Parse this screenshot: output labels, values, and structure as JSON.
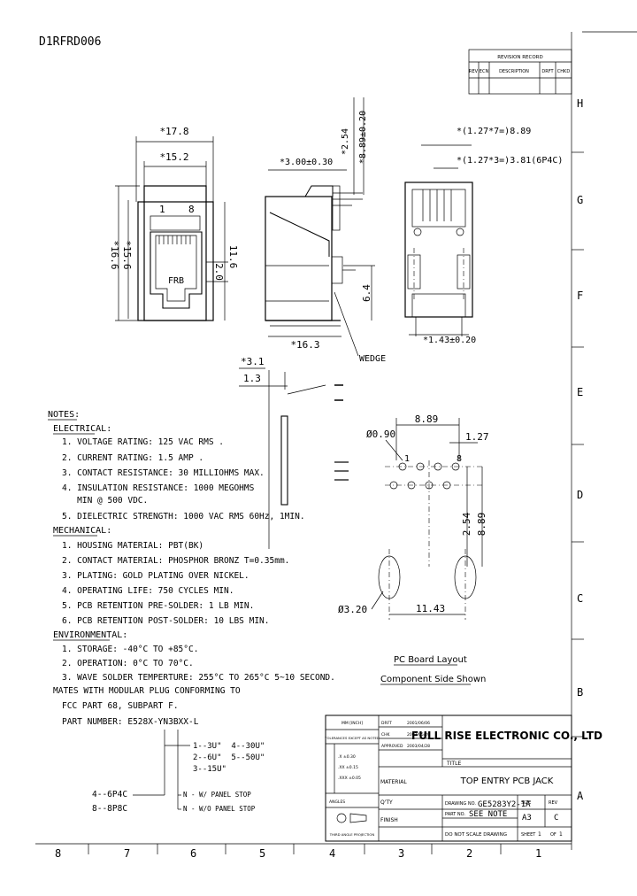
{
  "doc_id": "D1RFRD006",
  "revision_table": {
    "title": "REVISION RECORD",
    "headers": [
      "REV",
      "ECN",
      "DESCRIPTION",
      "DRFT",
      "CHKD"
    ]
  },
  "zone_letters": [
    "H",
    "G",
    "F",
    "E",
    "D",
    "C",
    "B",
    "A"
  ],
  "zone_numbers": [
    "8",
    "7",
    "6",
    "5",
    "4",
    "3",
    "2",
    "1"
  ],
  "front_view": {
    "dim_width_outer": "*17.8",
    "dim_width_inner": "*15.2",
    "dim_height_outer": "*16.6",
    "dim_height_inner": "*15.6",
    "dim_right_small": "2.0",
    "dim_right_large": "11.6",
    "pin_label_1": "1",
    "pin_label_8": "8",
    "logo": "FRB"
  },
  "side_view": {
    "dim_top": "*3.00±0.30",
    "dim_vertical_a": "*2.54",
    "dim_vertical_b": "*8.89±0.20",
    "dim_bottom": "*16.3",
    "dim_right": "6.4",
    "wedge_label": "WEDGE"
  },
  "rear_view": {
    "dim_top_a": "*(1.27*7=)8.89",
    "dim_top_b": "*(1.27*3=)3.81(6P4C)",
    "dim_bottom": "*1.43±0.20"
  },
  "profile_view": {
    "dim_a": "*3.1",
    "dim_b": "1.3"
  },
  "pcb_layout": {
    "dim_pitch_total": "8.89",
    "dim_pitch": "1.27",
    "dim_hole": "Ø0.90",
    "dim_row": "2.54",
    "dim_center": "8.89",
    "dim_post_hole": "Ø3.20",
    "dim_post_spacing": "11.43",
    "pin_1": "1",
    "pin_8": "8",
    "caption_1": "PC Board Layout",
    "caption_2": "Component Side Shown"
  },
  "notes": {
    "title": "NOTES:",
    "electrical_heading": "ELECTRICAL:",
    "electrical": [
      "1. VOLTAGE RATING: 125 VAC RMS .",
      "2. CURRENT RATING: 1.5 AMP .",
      "3. CONTACT RESISTANCE: 30 MILLIOHMS MAX.",
      "4. INSULATION RESISTANCE: 1000 MEGOHMS",
      "   MIN @ 500 VDC.",
      "5. DIELECTRIC STRENGTH: 1000 VAC RMS 60Hz, 1MIN."
    ],
    "mechanical_heading": "MECHANICAL:",
    "mechanical": [
      "1. HOUSING MATERIAL: PBT(BK)",
      "2. CONTACT MATERIAL: PHOSPHOR BRONZ T=0.35mm.",
      "3. PLATING: GOLD PLATING OVER NICKEL.",
      "4. OPERATING LIFE: 750 CYCLES MIN.",
      "5. PCB RETENTION PRE-SOLDER: 1 LB MIN.",
      "6. PCB RETENTION POST-SOLDER: 10 LBS MIN."
    ],
    "environmental_heading": "ENVIRONMENTAL:",
    "environmental": [
      "1. STORAGE: -40°C TO +85°C.",
      "2. OPERATION: 0°C TO 70°C.",
      "3. WAVE SOLDER TEMPERTURE: 255°C TO 265°C 5~10 SECOND."
    ],
    "mates_1": "MATES WITH MODULAR PLUG CONFORMING TO",
    "mates_2": "FCC PART 68, SUBPART F.",
    "part_number": "PART NUMBER: E528X-YN3BXX-L",
    "code_1": "1--3U\"  4--30U\"",
    "code_2": "2--6U\"  5--50U\"",
    "code_3": "3--15U\"",
    "variant_1": "4--6P4C",
    "variant_2": "8--8P8C",
    "option_1": "N - W/ PANEL STOP",
    "option_2": "N - W/O PANEL STOP"
  },
  "title_block": {
    "company": "FULL RISE ELECTRONIC CO., LTD",
    "title_label": "TITLE",
    "title": "TOP ENTRY PCB JACK",
    "drawing_no_label": "DRAWING NO.",
    "drawing_no": "GE5283Y2-1A",
    "part_no_label": "PART NO.",
    "part_no": "SEE NOTE",
    "size_label": "SIZE",
    "size": "A3",
    "rev_label": "REV",
    "rev": "C",
    "material_label": "MATERIAL",
    "qty_label": "Q'TY",
    "finish_label": "FINISH",
    "scale_note": "DO NOT SCALE DRAWING",
    "sheet_label": "SHEET",
    "sheet": "1",
    "of_label": "OF",
    "of": "1",
    "mm_label": "MM [INCH]",
    "tolerances_label": "TOLERANCES EXCEPT AS NOTED",
    "tol_rows": [
      ".X  ±0.30",
      ".XX ±0.15",
      ".XXX ±0.05"
    ],
    "angles_label": "ANGLES",
    "projection_label": "THIRD ANGLE PROJECTION",
    "drft_label": "DRFT",
    "drft_date": "2001/06/06",
    "chk_label": "CHK",
    "chk_date": "2003/05/20",
    "appr_label": "APPROVED",
    "appr_date": "2003/04/28"
  }
}
